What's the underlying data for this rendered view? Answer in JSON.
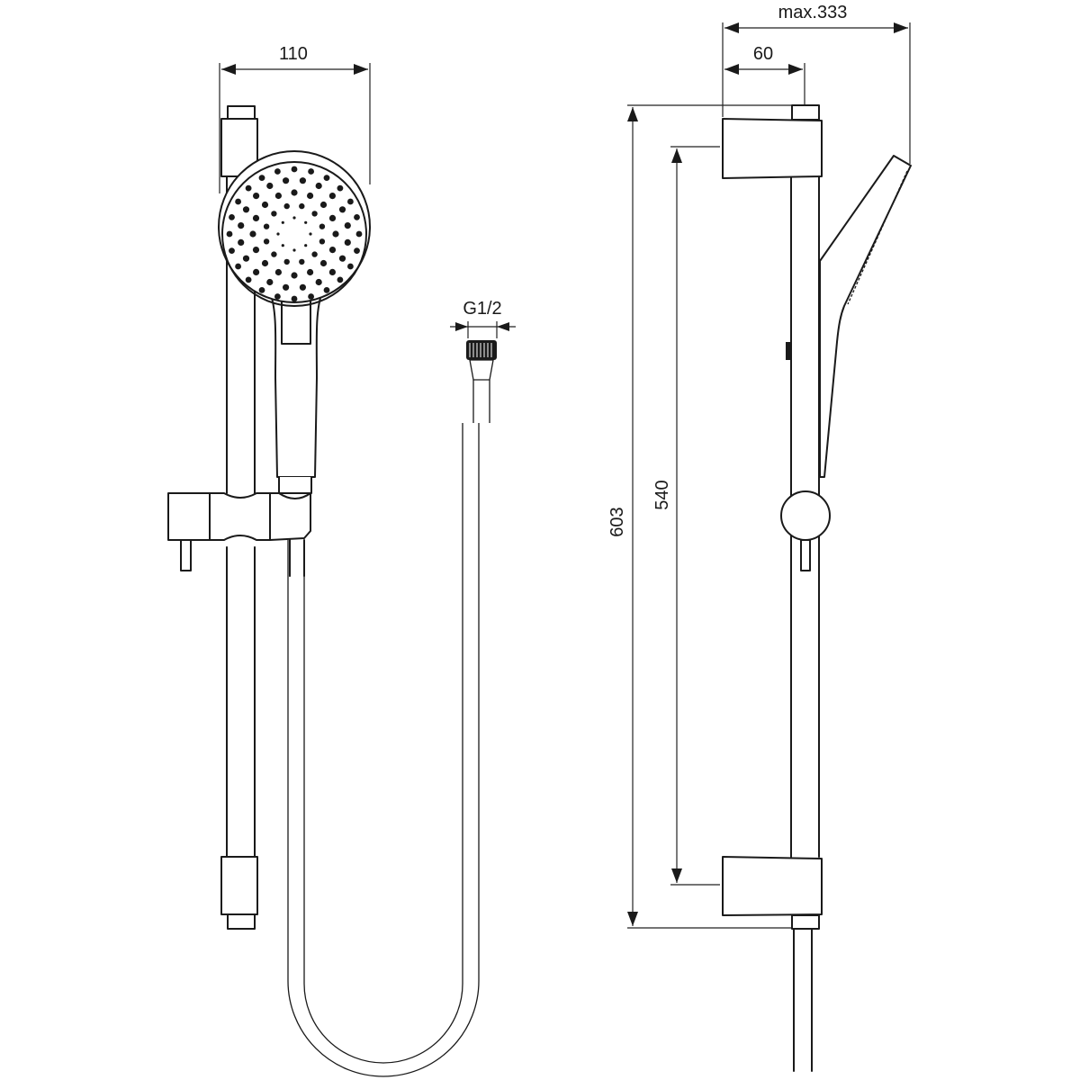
{
  "drawing": {
    "type": "technical-dimension-drawing",
    "subject": "shower rail kit with hand shower, hose and slider",
    "line_color": "#1a1a1a",
    "background": "#ffffff"
  },
  "front_view": {
    "dimensions": {
      "hand_shower_width": "110"
    }
  },
  "hose": {
    "dimensions": {
      "connection_thread": "G1/2"
    }
  },
  "side_view": {
    "dimensions": {
      "max_projection": "max.333",
      "bracket_projection": "60",
      "overall_height": "603",
      "bracket_spacing": "540"
    }
  }
}
